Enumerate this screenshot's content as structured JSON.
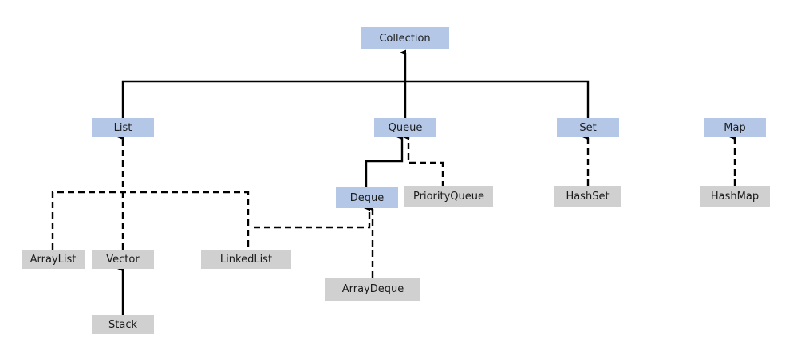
{
  "colors": {
    "interface_fill": "#b4c7e7",
    "class_fill": "#d0d0d0",
    "edge": "#000000"
  },
  "nodes": {
    "collection": "Collection",
    "list": "List",
    "queue": "Queue",
    "set": "Set",
    "map": "Map",
    "deque": "Deque",
    "priority_queue": "PriorityQueue",
    "hash_set": "HashSet",
    "hash_map": "HashMap",
    "array_list": "ArrayList",
    "vector": "Vector",
    "linked_list": "LinkedList",
    "array_deque": "ArrayDeque",
    "stack": "Stack"
  },
  "edges": [
    {
      "from": "List",
      "to": "Collection",
      "kind": "extends"
    },
    {
      "from": "Queue",
      "to": "Collection",
      "kind": "extends"
    },
    {
      "from": "Set",
      "to": "Collection",
      "kind": "extends"
    },
    {
      "from": "Deque",
      "to": "Queue",
      "kind": "extends"
    },
    {
      "from": "PriorityQueue",
      "to": "Queue",
      "kind": "implements"
    },
    {
      "from": "ArrayList",
      "to": "List",
      "kind": "implements"
    },
    {
      "from": "Vector",
      "to": "List",
      "kind": "implements"
    },
    {
      "from": "LinkedList",
      "to": "List",
      "kind": "implements"
    },
    {
      "from": "LinkedList",
      "to": "Deque",
      "kind": "implements"
    },
    {
      "from": "ArrayDeque",
      "to": "Deque",
      "kind": "implements"
    },
    {
      "from": "Stack",
      "to": "Vector",
      "kind": "extends"
    },
    {
      "from": "HashSet",
      "to": "Set",
      "kind": "implements"
    },
    {
      "from": "HashMap",
      "to": "Map",
      "kind": "implements"
    }
  ]
}
